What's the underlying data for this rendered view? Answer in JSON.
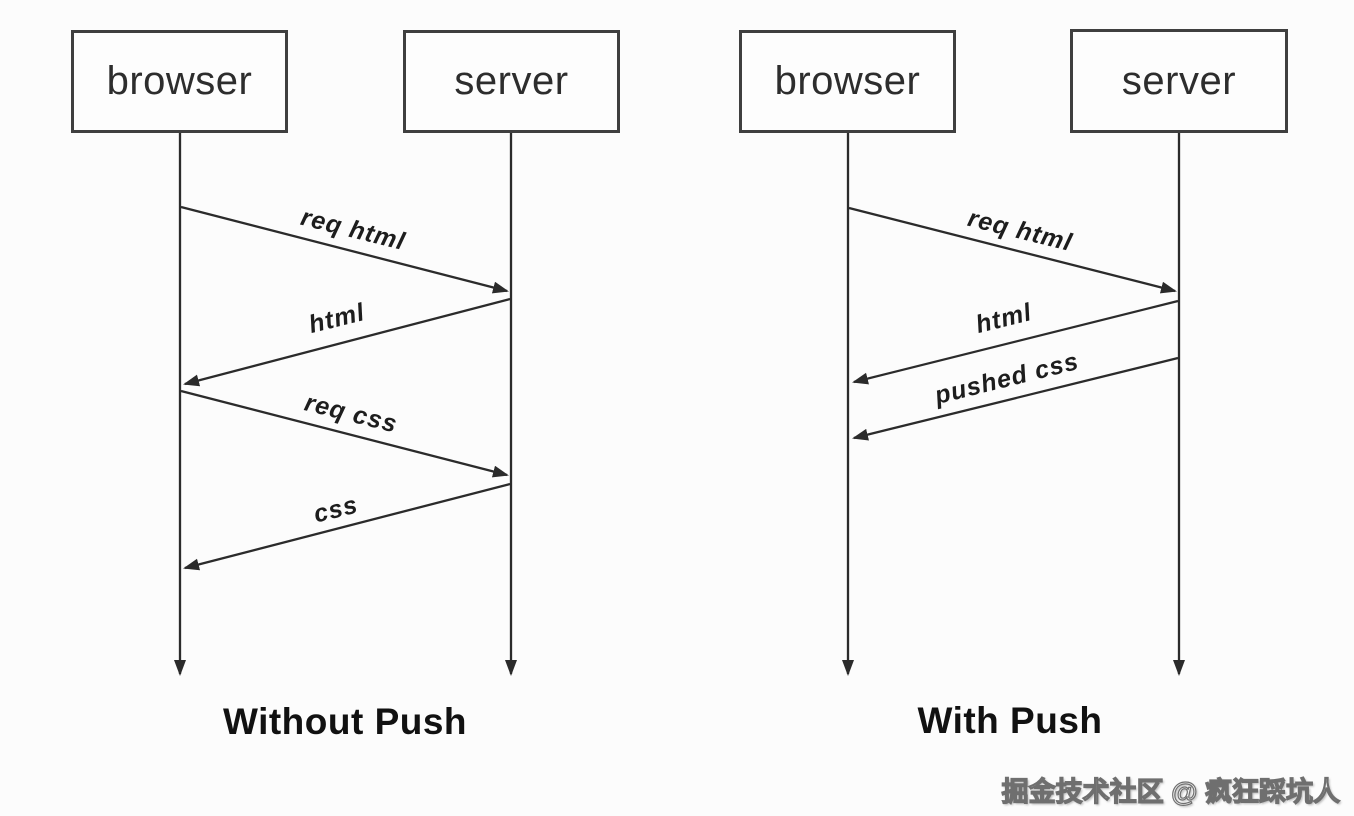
{
  "page": {
    "background_color": "#fcfcfc"
  },
  "colors": {
    "line": "#2b2b2b",
    "box_border": "#3f3f3f",
    "text": "#1d1d1d",
    "watermark_fill": "#f2f2f2",
    "watermark_stroke": "#6f6f6f"
  },
  "diagrams": [
    {
      "title": "Without Push",
      "actors": [
        "browser",
        "server"
      ],
      "messages": [
        {
          "label": "req html",
          "from": "browser",
          "to": "server"
        },
        {
          "label": "html",
          "from": "server",
          "to": "browser"
        },
        {
          "label": "req css",
          "from": "browser",
          "to": "server"
        },
        {
          "label": "css",
          "from": "server",
          "to": "browser"
        }
      ]
    },
    {
      "title": "With Push",
      "actors": [
        "browser",
        "server"
      ],
      "messages": [
        {
          "label": "req html",
          "from": "browser",
          "to": "server"
        },
        {
          "label": "html",
          "from": "server",
          "to": "browser"
        },
        {
          "label": "pushed css",
          "from": "server",
          "to": "browser"
        }
      ]
    }
  ],
  "watermark": "掘金技术社区 @ 疯狂踩坑人"
}
